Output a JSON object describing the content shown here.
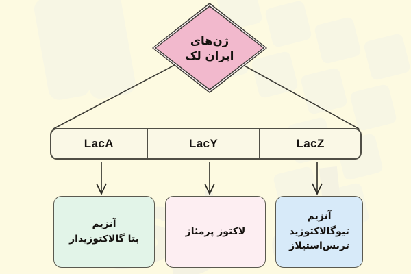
{
  "diagram": {
    "title_node": {
      "name": "lac-operon-genes",
      "lines": [
        "ژن‌های",
        "اپران لک"
      ],
      "fill": "#f2b9cd",
      "border": "#3b3a34"
    },
    "gene_bar": {
      "name": "lac-gene-bar",
      "fill": "#faf8e6",
      "border": "#504f46",
      "segments": [
        {
          "label": "LacZ"
        },
        {
          "label": "LacY"
        },
        {
          "label": "LacA"
        }
      ]
    },
    "arrows": [
      {
        "name": "arrow-lacz",
        "from": "LacZ",
        "to": "beta-galactosidase"
      },
      {
        "name": "arrow-lacy",
        "from": "LacY",
        "to": "lactose-permease"
      },
      {
        "name": "arrow-laca",
        "from": "LacA",
        "to": "thiogalactoside-transacetylase"
      }
    ],
    "products": [
      {
        "name": "beta-galactosidase",
        "lines": [
          "آنزیم",
          "بتا گالاکتوزیداز"
        ],
        "fill": "#e2f4e8",
        "border": "#5a594f"
      },
      {
        "name": "lactose-permease",
        "lines": [
          "لاکتوز پرمئاز"
        ],
        "fill": "#fdeef2",
        "border": "#5a594f"
      },
      {
        "name": "thiogalactoside-transacetylase",
        "lines": [
          "آنزیم",
          "تیوگالاکتوزید",
          "ترنس‌استیلاز"
        ],
        "fill": "#d7eaf9",
        "border": "#5a594f"
      }
    ],
    "canvas": {
      "background": "#fdfae1",
      "watermark_tone": "#f7f6e4"
    }
  }
}
